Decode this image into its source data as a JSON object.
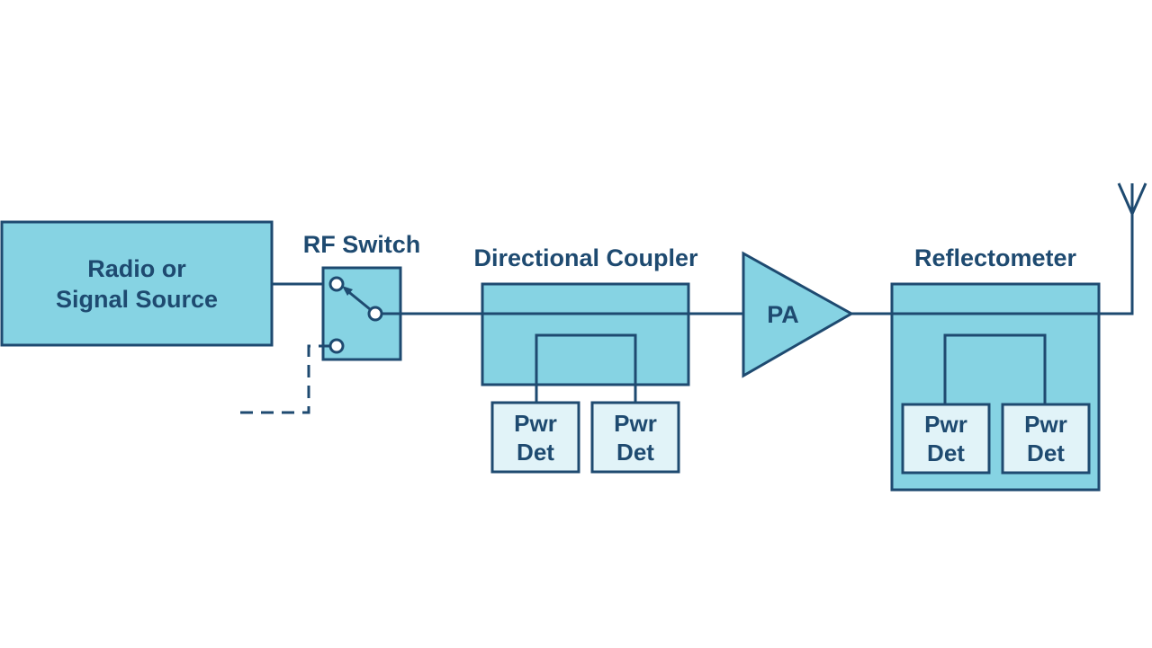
{
  "colors": {
    "stroke": "#1e4a70",
    "block_fill": "#86d3e3",
    "detector_fill": "#e1f3f8",
    "background": "#ffffff"
  },
  "blocks": {
    "source": {
      "line1": "Radio or",
      "line2": "Signal Source"
    },
    "rf_switch": {
      "title": "RF Switch"
    },
    "coupler": {
      "title": "Directional Coupler"
    },
    "pa": {
      "label": "PA"
    },
    "reflectometer": {
      "title": "Reflectometer"
    },
    "power_detector": {
      "line1": "Pwr",
      "line2": "Det"
    }
  },
  "icons": {
    "antenna": "antenna-icon",
    "switch": "spdt-switch-icon",
    "amplifier": "amplifier-triangle-icon"
  }
}
